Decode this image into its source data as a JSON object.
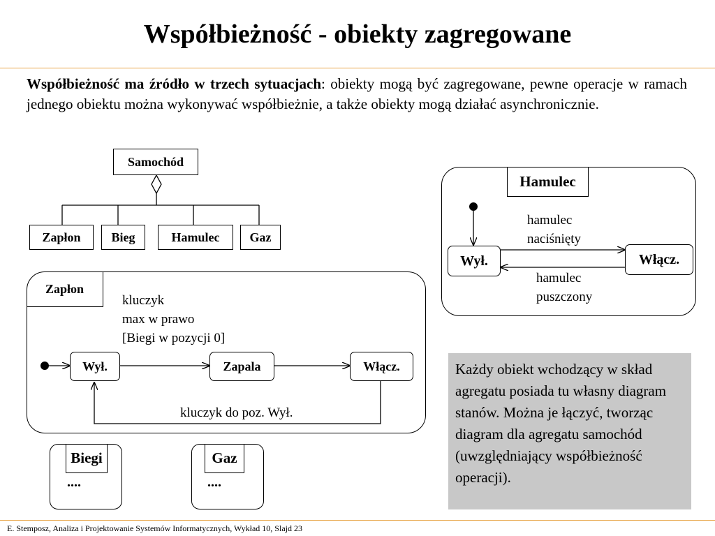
{
  "title": "Współbieżność - obiekty zagregowane",
  "intro": {
    "bold": "Współbieżność ma źródło w trzech sytuacjach",
    "rest": ": obiekty mogą być zagregowane, pewne operacje w ramach jednego obiektu można wykonywać współbieżnie, a także obiekty mogą działać asynchronicznie."
  },
  "aggregate": {
    "whole": "Samochód",
    "parts": [
      "Zapłon",
      "Bieg",
      "Hamulec",
      "Gaz"
    ]
  },
  "zaplon": {
    "name": "Zapłon",
    "guard_lines": [
      "kluczyk",
      "max w prawo",
      "[Biegi w pozycji 0]"
    ],
    "states": [
      "Wył.",
      "Zapala",
      "Włącz."
    ],
    "return_label": "kluczyk do poz. Wył."
  },
  "hamulec": {
    "name": "Hamulec",
    "states": [
      "Wył.",
      "Włącz."
    ],
    "forward_label": [
      "hamulec",
      "naciśnięty"
    ],
    "back_label": [
      "hamulec",
      "puszczony"
    ]
  },
  "biegi": {
    "name": "Biegi",
    "dots": "...."
  },
  "gaz": {
    "name": "Gaz",
    "dots": "...."
  },
  "note": "Każdy obiekt wchodzący w skład agregatu posiada tu własny diagram stanów. Można je łączyć,  tworząc diagram dla agregatu samochód (uwzględniający współbieżność operacji).",
  "footer": "E. Stemposz, Analiza i Projektowanie Systemów Informatycznych, Wykład 10, Slajd 23",
  "colors": {
    "rule": "#e8a64a",
    "note_bg": "#c8c8c8"
  }
}
